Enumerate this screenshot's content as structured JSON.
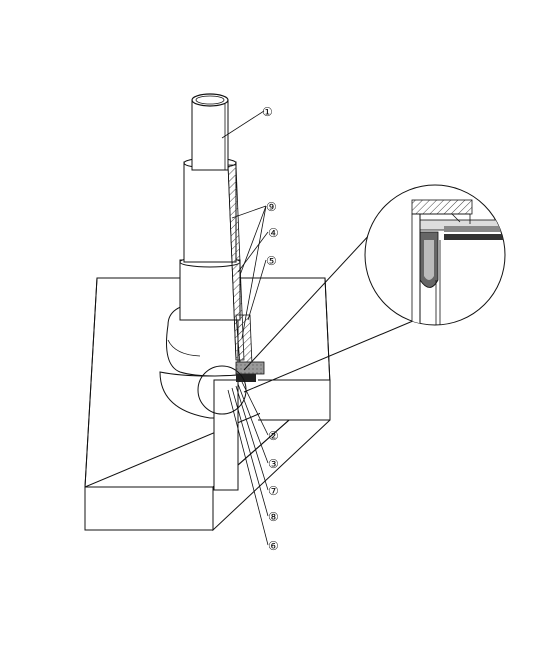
{
  "figure": {
    "callouts": [
      {
        "id": "c1",
        "label": "①"
      },
      {
        "id": "c9",
        "label": "⑨"
      },
      {
        "id": "c4",
        "label": "④"
      },
      {
        "id": "c5",
        "label": "⑤"
      },
      {
        "id": "c2",
        "label": "②"
      },
      {
        "id": "c3",
        "label": "③"
      },
      {
        "id": "c7",
        "label": "⑦"
      },
      {
        "id": "c8",
        "label": "⑧"
      },
      {
        "id": "c6",
        "label": "⑥"
      }
    ]
  }
}
